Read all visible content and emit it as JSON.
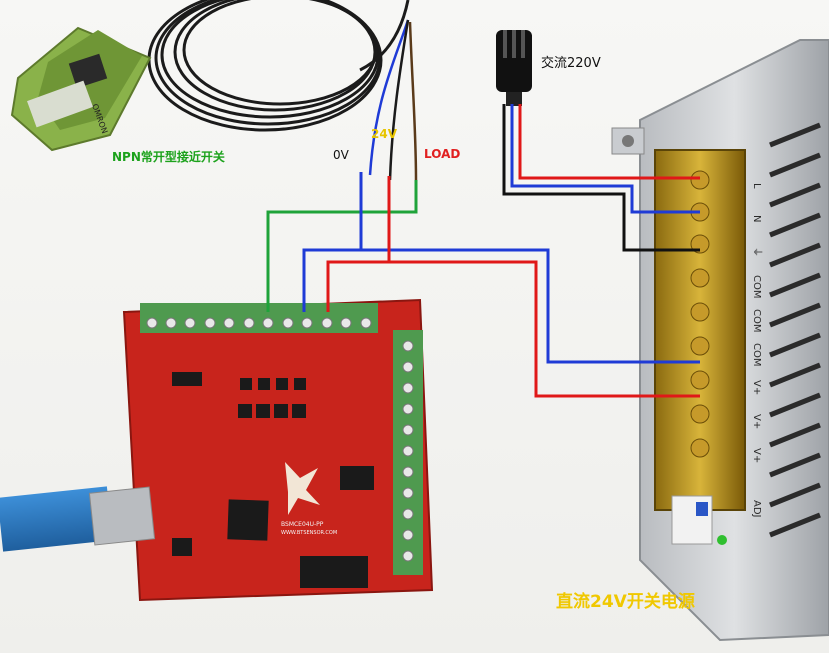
{
  "labels": {
    "npn_sensor": "NPN常开型接近开关",
    "zero_v": "0V",
    "v24": "24V",
    "load": "LOAD",
    "ac_input": "交流220V",
    "dc_supply": "直流24V开关电源"
  },
  "psu_terminals": [
    "L",
    "N",
    "⏚",
    "COM",
    "COM",
    "COM",
    "V+",
    "V+",
    "V+",
    "ADJ"
  ],
  "board": {
    "model": "BSMCE04U-PP",
    "site": "WWW.BTSENSOR.COM"
  },
  "sensor": {
    "brand": "OMRON"
  },
  "colors": {
    "wire_green": "#1fa33a",
    "wire_blue": "#1f3bd6",
    "wire_red": "#e01818",
    "wire_black": "#111111",
    "pcb_red": "#c8241c",
    "terminal_green": "#4f9a4f",
    "sensor_green": "#8ab24a",
    "label_green": "#1ca21c",
    "label_yellow": "#f0c800",
    "label_red": "#e12020"
  }
}
